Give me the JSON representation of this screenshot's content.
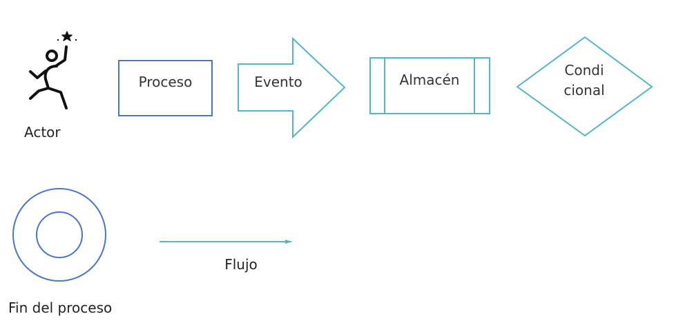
{
  "diagram": {
    "actor": {
      "label": "Actor",
      "icon": "person-reaching-star-icon"
    },
    "proceso": {
      "label": "Proceso"
    },
    "evento": {
      "label": "Evento"
    },
    "almacen": {
      "label": "Almacén"
    },
    "condicional": {
      "label_line1": "Condi",
      "label_line2": "cional"
    },
    "fin": {
      "label": "Fin del proceso"
    },
    "flujo": {
      "label": "Flujo"
    }
  },
  "colors": {
    "blue": "#4A74C9",
    "teal": "#52B5C9",
    "text": "#222222"
  }
}
